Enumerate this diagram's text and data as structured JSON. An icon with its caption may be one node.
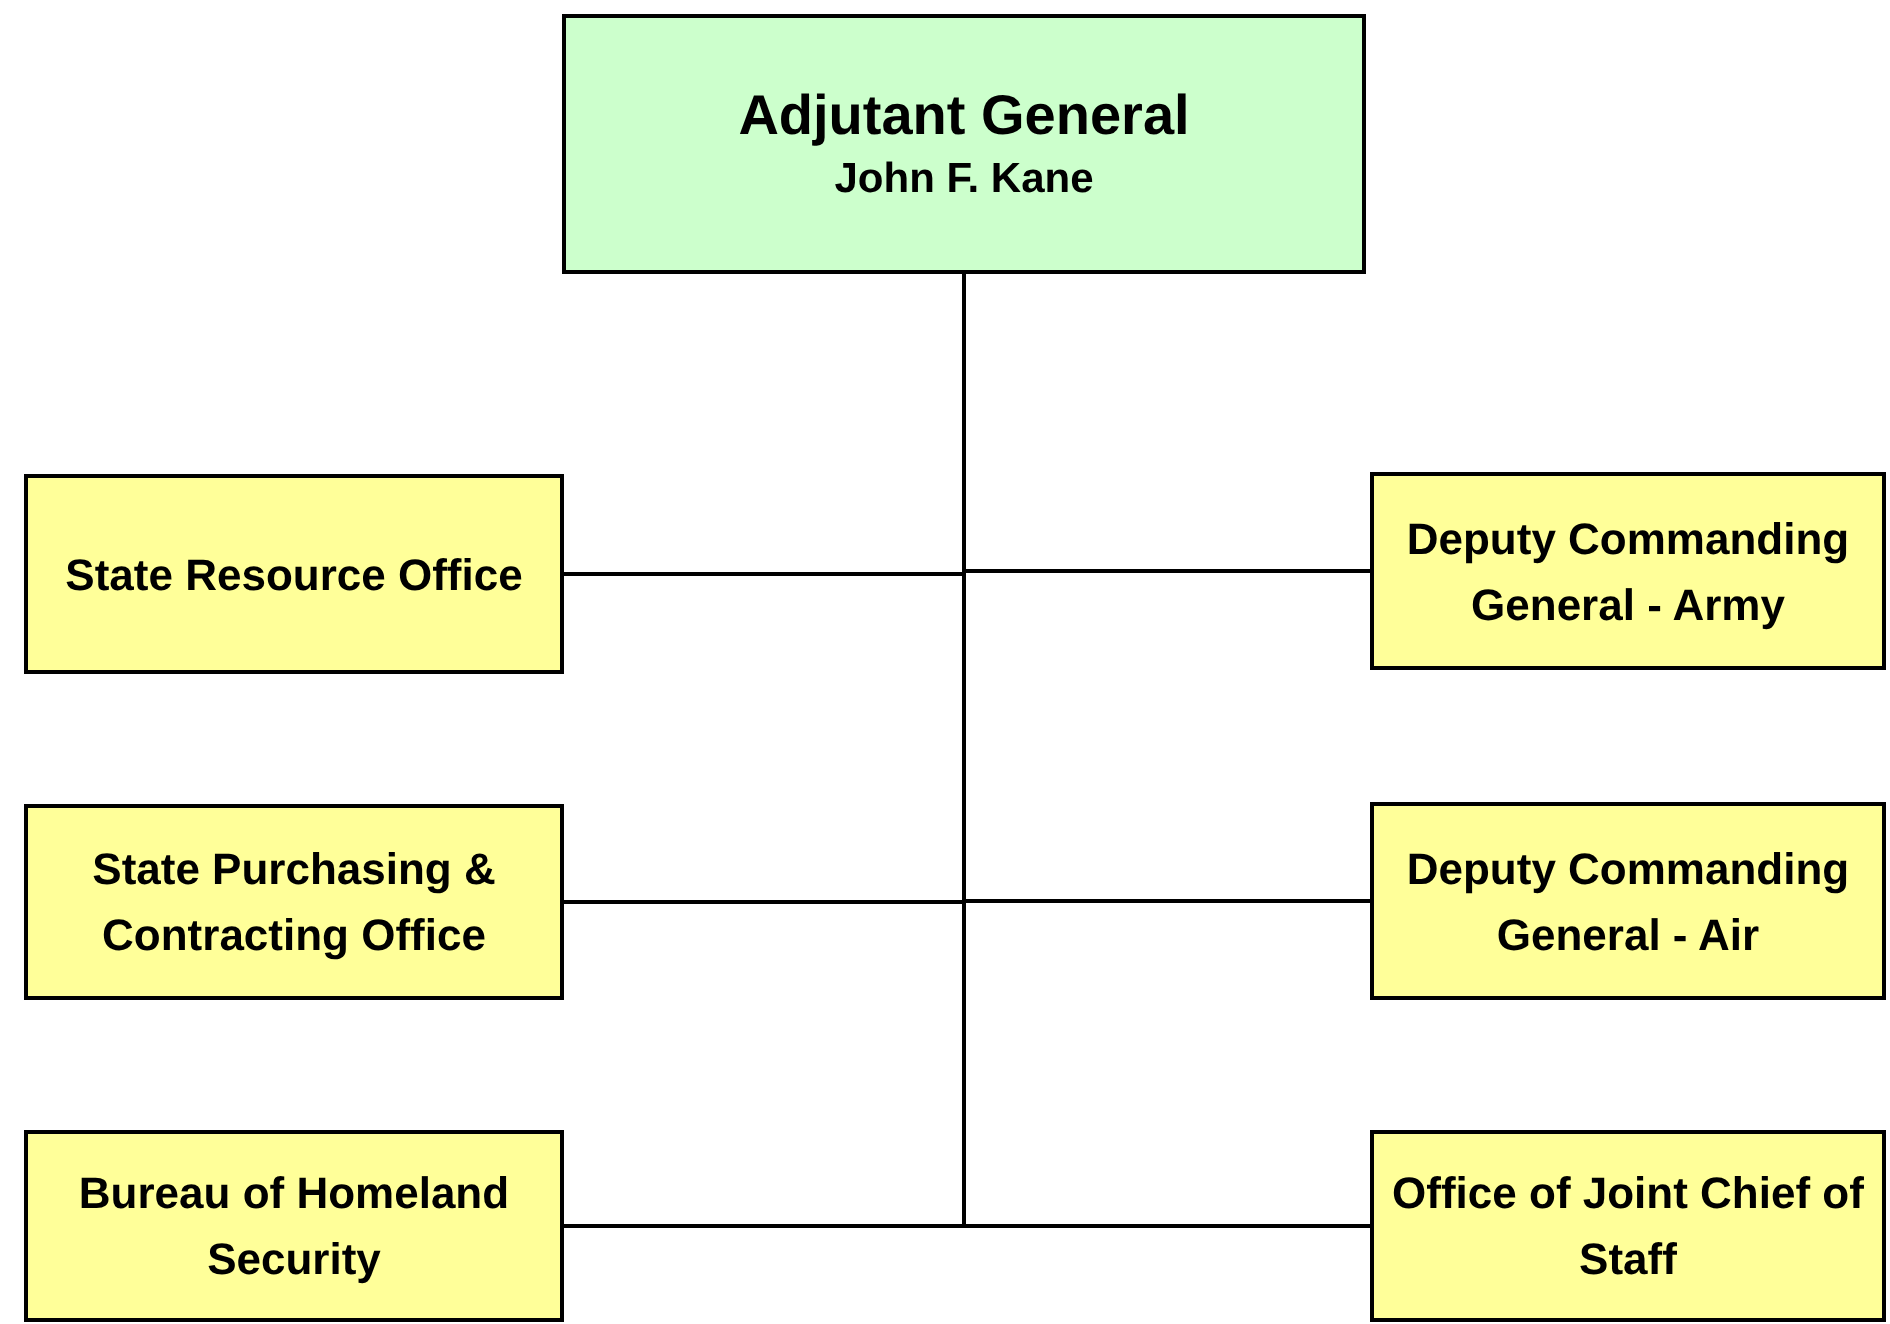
{
  "diagram": {
    "nodes": [
      {
        "text": [
          "Adjutant General",
          "John F. Kane"
        ]
      },
      {
        "text": [
          "State Resource Office"
        ]
      },
      {
        "text": [
          "Deputy Commanding General - Army"
        ]
      },
      {
        "text": [
          "State Purchasing & Contracting Office"
        ]
      },
      {
        "text": [
          "Deputy Commanding General - Air"
        ]
      },
      {
        "text": [
          "Bureau of Homeland Security"
        ]
      },
      {
        "text": [
          "Office of Joint Chief of Staff"
        ]
      }
    ],
    "edges": [
      {
        "from": 0,
        "to": 1,
        "arrow": "none"
      },
      {
        "from": 0,
        "to": 2,
        "arrow": "none"
      },
      {
        "from": 0,
        "to": 3,
        "arrow": "none"
      },
      {
        "from": 0,
        "to": 4,
        "arrow": "none"
      },
      {
        "from": 0,
        "to": 5,
        "arrow": "none"
      },
      {
        "from": 0,
        "to": 6,
        "arrow": "none"
      }
    ]
  }
}
